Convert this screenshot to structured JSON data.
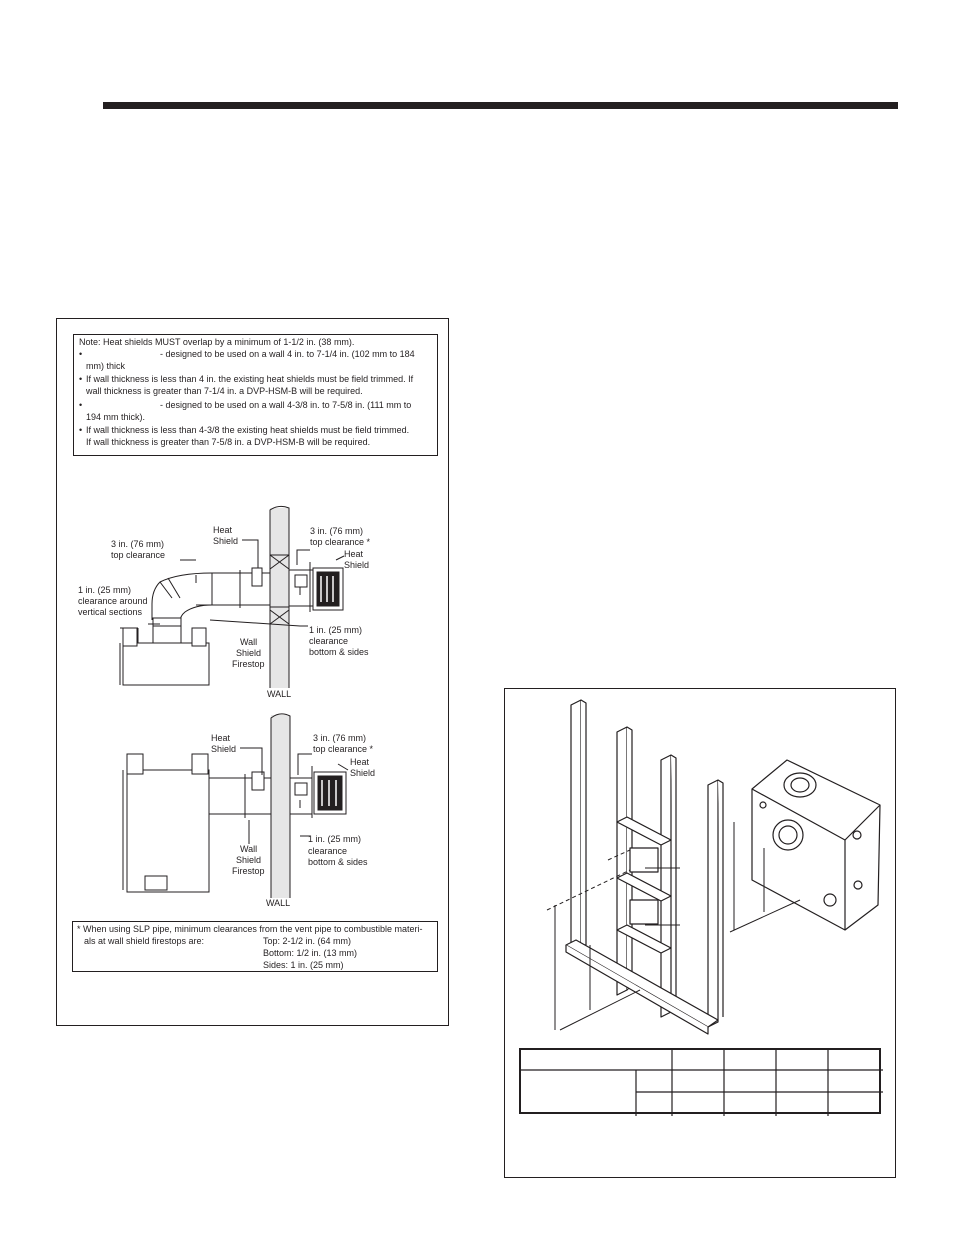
{
  "note_box": {
    "line1": "Note: Heat shields MUST overlap by a minimum of 1-1/2 in. (38 mm).",
    "b1_line1": "- designed to be used on a wall 4 in. to 7-1/4 in. (102 mm to 184",
    "b1_line2": "mm) thick",
    "b2_line1": "If wall thickness is less than 4 in. the existing heat shields must be field trimmed. If",
    "b2_line2": "wall thickness is greater than 7-1/4 in. a DVP-HSM-B will be required.",
    "b3_line1": "- designed to be used on a wall 4-3/8 in. to 7-5/8 in. (111 mm to",
    "b3_line2": "194 mm thick).",
    "b4_line1": "If wall thickness is less than  4-3/8 the existing heat shields must be field trimmed.",
    "b4_line2": "If wall thickness is greater than 7-5/8 in. a DVP-HSM-B will be required."
  },
  "diagram_top": {
    "heat_shield_left_1": "Heat",
    "heat_shield_left_2": "Shield",
    "top_clear_left_1": "3 in. (76 mm)",
    "top_clear_left_2": "top clearance",
    "around_1": "1 in. (25 mm)",
    "around_2": "clearance around",
    "around_3": "vertical sections",
    "top_clear_right_1": "3 in. (76 mm)",
    "top_clear_right_2": "top clearance *",
    "heat_shield_right_1": "Heat",
    "heat_shield_right_2": "Shield",
    "bottom_1": "1 in. (25 mm)",
    "bottom_2": "clearance",
    "bottom_3": "bottom & sides",
    "wall_shield_1": "Wall",
    "wall_shield_2": "Shield",
    "wall_shield_3": "Firestop",
    "wall": "WALL"
  },
  "diagram_bottom": {
    "heat_shield_left_1": "Heat",
    "heat_shield_left_2": "Shield",
    "top_clear_1": "3 in. (76 mm)",
    "top_clear_2": "top clearance *",
    "heat_shield_right_1": "Heat",
    "heat_shield_right_2": "Shield",
    "bottom_1": "1 in. (25 mm)",
    "bottom_2": "clearance",
    "bottom_3": "bottom & sides",
    "wall_shield_1": "Wall",
    "wall_shield_2": "Shield",
    "wall_shield_3": "Firestop",
    "wall": "WALL"
  },
  "footnote": {
    "line1": "* When using SLP pipe, minimum clearances from the vent pipe to combustible materi-",
    "line2": "als at wall shield firestops are:",
    "top": "Top: 2-1/2 in. (64 mm)",
    "bottom": "Bottom: 1/2 in. (13 mm)",
    "sides": "Sides: 1 in. (25 mm)"
  }
}
